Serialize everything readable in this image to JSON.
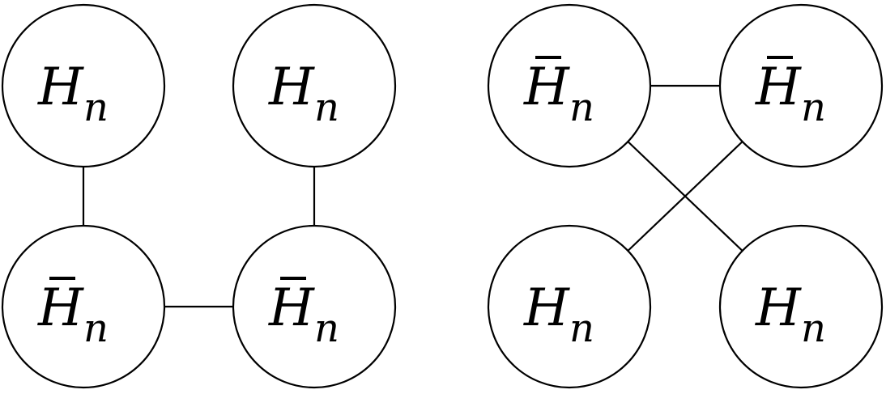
{
  "diagram": {
    "graphs": [
      {
        "nodes": [
          {
            "id": "a1",
            "base": "H",
            "sub": "n",
            "bar": false
          },
          {
            "id": "a2",
            "base": "H",
            "sub": "n",
            "bar": false
          },
          {
            "id": "a3",
            "base": "H",
            "sub": "n",
            "bar": true
          },
          {
            "id": "a4",
            "base": "H",
            "sub": "n",
            "bar": true
          }
        ],
        "edges": [
          [
            "a1",
            "a3"
          ],
          [
            "a2",
            "a4"
          ],
          [
            "a3",
            "a4"
          ]
        ]
      },
      {
        "nodes": [
          {
            "id": "b1",
            "base": "H",
            "sub": "n",
            "bar": true
          },
          {
            "id": "b2",
            "base": "H",
            "sub": "n",
            "bar": true
          },
          {
            "id": "b3",
            "base": "H",
            "sub": "n",
            "bar": false
          },
          {
            "id": "b4",
            "base": "H",
            "sub": "n",
            "bar": false
          }
        ],
        "edges": [
          [
            "b1",
            "b2"
          ],
          [
            "b1",
            "b4"
          ],
          [
            "b2",
            "b3"
          ]
        ]
      }
    ]
  }
}
